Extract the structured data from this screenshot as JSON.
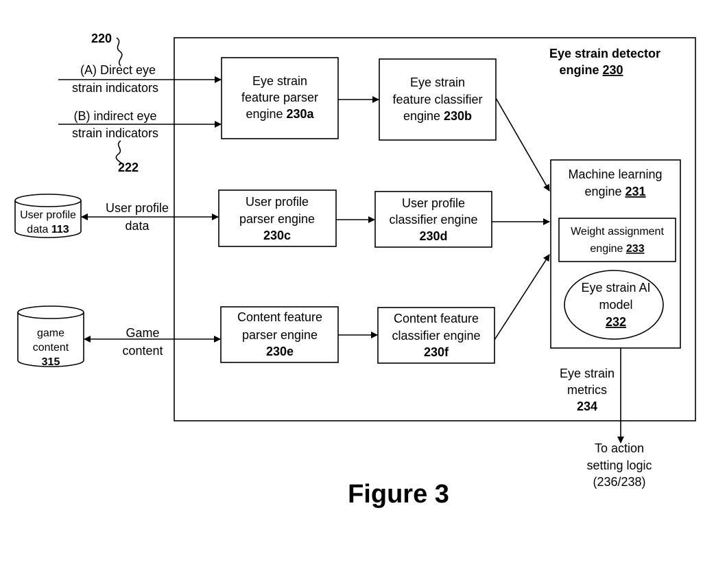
{
  "figure_title": "Figure 3",
  "detector": {
    "title": "Eye strain detector",
    "title2": "engine",
    "ref": "230"
  },
  "ref_220": "220",
  "ref_222": "222",
  "inputs": {
    "a_line1": "(A) Direct eye",
    "a_line2": "strain indicators",
    "b_line1": "(B) indirect eye",
    "b_line2": "strain indicators",
    "user_profile_line1": "User profile",
    "user_profile_line2": "data",
    "game_line1": "Game",
    "game_line2": "content"
  },
  "databases": {
    "user_profile": {
      "line1": "User profile",
      "line2": "data",
      "ref": "113"
    },
    "game_content": {
      "line1": "game",
      "line2": "content",
      "ref": "315"
    }
  },
  "boxes": {
    "b230a": {
      "line1": "Eye strain",
      "line2": "feature parser",
      "line3": "engine",
      "ref": "230a"
    },
    "b230b": {
      "line1": "Eye strain",
      "line2": "feature classifier",
      "line3": "engine",
      "ref": "230b"
    },
    "b230c": {
      "line1": "User profile",
      "line2": "parser engine",
      "ref": "230c"
    },
    "b230d": {
      "line1": "User profile",
      "line2": "classifier engine",
      "ref": "230d"
    },
    "b230e": {
      "line1": "Content feature",
      "line2": "parser engine",
      "ref": "230e"
    },
    "b230f": {
      "line1": "Content feature",
      "line2": "classifier engine",
      "ref": "230f"
    }
  },
  "ml": {
    "line1": "Machine learning",
    "line2": "engine",
    "ref": "231",
    "weight_line1": "Weight assignment",
    "weight_line2": "engine",
    "weight_ref": "233",
    "model_line1": "Eye strain AI",
    "model_line2": "model",
    "model_ref": "232"
  },
  "metrics": {
    "line1": "Eye strain",
    "line2": "metrics",
    "ref": "234"
  },
  "action": {
    "line1": "To action",
    "line2": "setting logic",
    "line3": "(236/238)"
  }
}
